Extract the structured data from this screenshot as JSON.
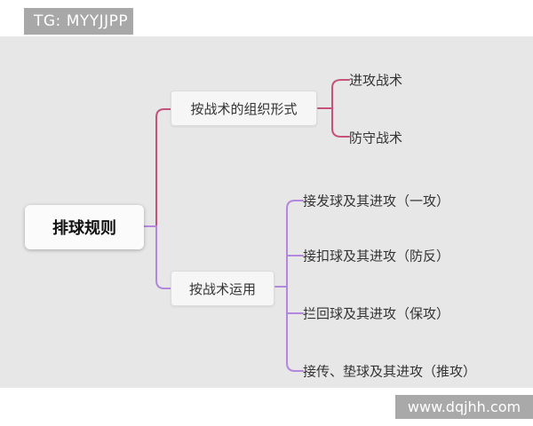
{
  "header": {
    "tag_label": "TG: MYYJJPP"
  },
  "watermark": {
    "label": "www.dqjhh.com"
  },
  "mindmap": {
    "root": {
      "label": "排球规则"
    },
    "branches": [
      {
        "label": "按战术的组织形式",
        "color": "#c4527c",
        "children": [
          {
            "label": "进攻战术"
          },
          {
            "label": "防守战术"
          }
        ]
      },
      {
        "label": "按战术运用",
        "color": "#b388dc",
        "children": [
          {
            "label": "接发球及其进攻（一攻）"
          },
          {
            "label": "接扣球及其进攻（防反）"
          },
          {
            "label": "拦回球及其进攻（保攻）"
          },
          {
            "label": "接传、垫球及其进攻（推攻）"
          }
        ]
      }
    ]
  },
  "colors": {
    "canvas_bg": "#e7e7e7",
    "tag_bg": "#a8a8a8",
    "watermark_bg": "#a9a9a9",
    "node_bg": "#f8f8f8",
    "branch_pink": "#c4527c",
    "branch_purple": "#b388dc",
    "text": "#333333"
  }
}
